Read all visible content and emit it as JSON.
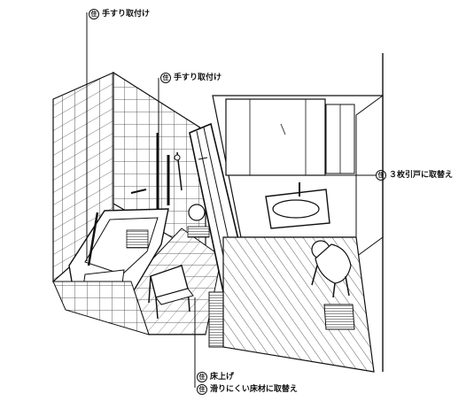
{
  "annotations": [
    {
      "id": "handrail-top",
      "badge": "住",
      "text": "手すり取付け"
    },
    {
      "id": "handrail-mid",
      "badge": "住",
      "text": "手すり取付け"
    },
    {
      "id": "sliding-door",
      "badge": "住",
      "text": "３枚引戸に取替え"
    },
    {
      "id": "floor-raise",
      "badge": "住",
      "text": "床上げ"
    },
    {
      "id": "non-slip-floor",
      "badge": "住",
      "text": "滑りにくい床材に取替え"
    }
  ]
}
